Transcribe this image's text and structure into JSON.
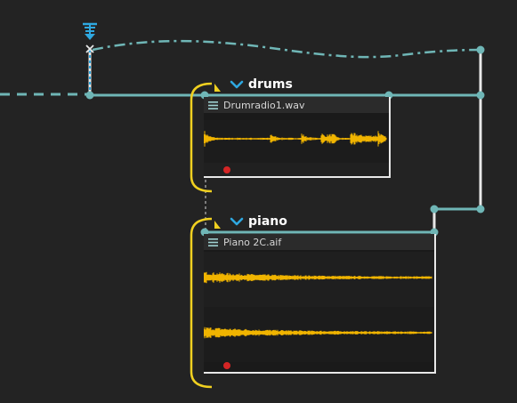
{
  "colors": {
    "background": "#232323",
    "connector": "#6fb6b6",
    "group_bracket": "#f0d020",
    "waveform": "#f0b400",
    "record": "#d42525",
    "chevron": "#2fa8e0",
    "border": "#e8e8e8"
  },
  "icons": {
    "top_pin": "pin-icon",
    "chevron": "chevron-down-icon",
    "clip_menu": "menu-icon",
    "record": "record-dot-icon"
  },
  "groups": [
    {
      "name": "drums",
      "clip": {
        "file": "Drumradio1.wav",
        "channels": 1,
        "type": "drum",
        "record_armed": true
      }
    },
    {
      "name": "piano",
      "clip": {
        "file": "Piano 2C.aif",
        "channels": 2,
        "type": "sustain",
        "record_armed": true
      }
    }
  ]
}
